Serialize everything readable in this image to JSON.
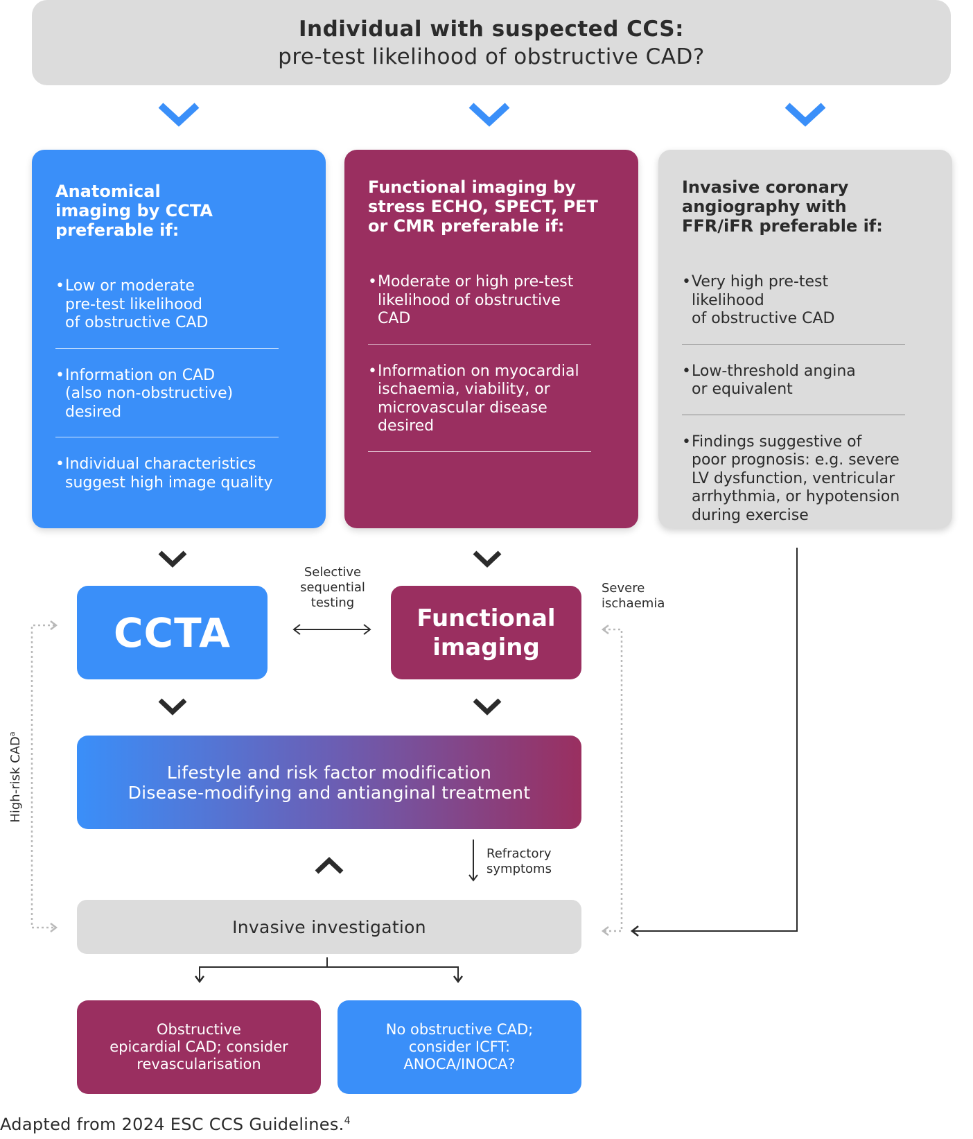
{
  "header": {
    "line1": "Individual with suspected CCS:",
    "line2": "pre-test likelihood of obstructive CAD?"
  },
  "columns": [
    {
      "title_lines": [
        "Anatomical",
        "imaging by CCTA",
        "preferable if:"
      ],
      "items": [
        [
          "Low or moderate",
          "pre-test likelihood",
          "of obstructive CAD"
        ],
        [
          "Information on CAD",
          "(also non-obstructive)",
          "desired"
        ],
        [
          "Individual characteristics",
          "suggest high image quality"
        ]
      ]
    },
    {
      "title_lines": [
        "Functional imaging by",
        "stress ECHO, SPECT, PET",
        "or CMR preferable if:"
      ],
      "items": [
        [
          "Moderate or high pre-test",
          "likelihood of obstructive",
          "CAD"
        ],
        [
          "Information on myocardial",
          "ischaemia, viability, or",
          "microvascular disease",
          "desired"
        ]
      ]
    },
    {
      "title_lines": [
        "Invasive coronary",
        "angiography with",
        "FFR/iFR preferable if:"
      ],
      "items": [
        [
          "Very high pre-test likelihood",
          "of obstructive CAD"
        ],
        [
          "Low-threshold angina",
          "or equivalent"
        ],
        [
          "Findings suggestive of",
          "poor prognosis: e.g. severe",
          "LV dysfunction, ventricular",
          "arrhythmia, or hypotension",
          "during exercise"
        ]
      ]
    }
  ],
  "boxes": {
    "ccta": "CCTA",
    "functional_line1": "Functional",
    "functional_line2": "imaging",
    "lifestyle_line1": "Lifestyle and risk factor modification",
    "lifestyle_line2": "Disease-modifying and antianginal treatment",
    "invasive": "Invasive investigation",
    "obstructive_line1": "Obstructive",
    "obstructive_line2": "epicardial CAD; consider",
    "obstructive_line3": "revascularisation",
    "noobstructive_line1": "No obstructive CAD;",
    "noobstructive_line2": "consider ICFT:",
    "noobstructive_line3": "ANOCA/INOCA?"
  },
  "labels": {
    "selective_line1": "Selective",
    "selective_line2": "sequential",
    "selective_line3": "testing",
    "severe_line1": "Severe",
    "severe_line2": "ischaemia",
    "refractory_line1": "Refractory",
    "refractory_line2": "symptoms",
    "high_risk": "High-risk CAD",
    "high_risk_sup": "a"
  },
  "footer": {
    "text": "Adapted from 2024 ESC CCS Guidelines.",
    "sup": "4"
  },
  "colors": {
    "blue": "#3a8ff9",
    "maroon": "#9a2f60",
    "grey": "#dcdcdc",
    "chevron_blue": "#3a8ff9",
    "chevron_dark": "#2b2b2b"
  }
}
